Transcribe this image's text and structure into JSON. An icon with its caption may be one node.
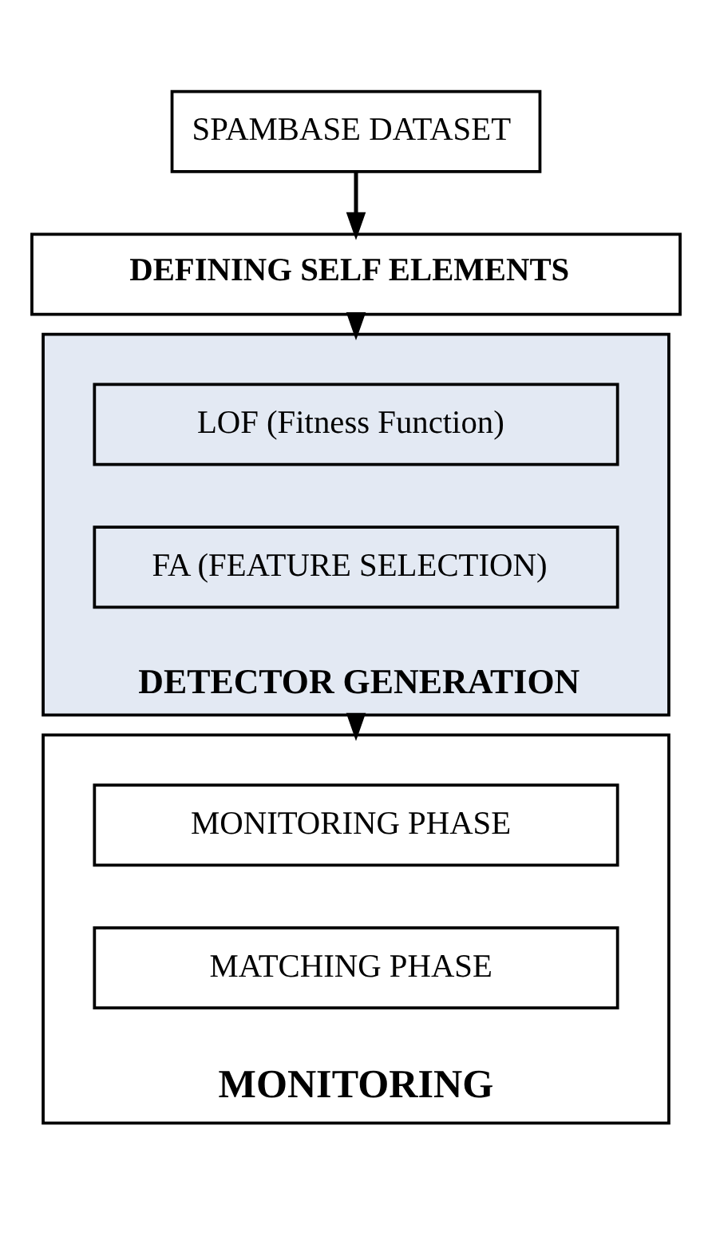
{
  "diagram": {
    "nodes": [
      {
        "text": [
          "SPAMBASE DATASET"
        ]
      },
      {
        "text": [
          "DEFINING SELF ELEMENTS"
        ]
      },
      {
        "text": [
          "DETECTOR GENERATION"
        ]
      },
      {
        "text": [
          "LOF (Fitness Function)"
        ],
        "in": 2
      },
      {
        "text": [
          "FA (FEATURE SELECTION)"
        ],
        "in": 2
      },
      {
        "text": [
          "MONITORING"
        ]
      },
      {
        "text": [
          "MONITORING PHASE"
        ],
        "in": 5
      },
      {
        "text": [
          "MATCHING PHASE"
        ],
        "in": 5
      }
    ],
    "edges": [
      {
        "from": 0,
        "to": 1,
        "arrow": "to"
      },
      {
        "from": 1,
        "to": 2,
        "arrow": "to"
      },
      {
        "from": 2,
        "to": 5,
        "arrow": "to"
      }
    ]
  }
}
